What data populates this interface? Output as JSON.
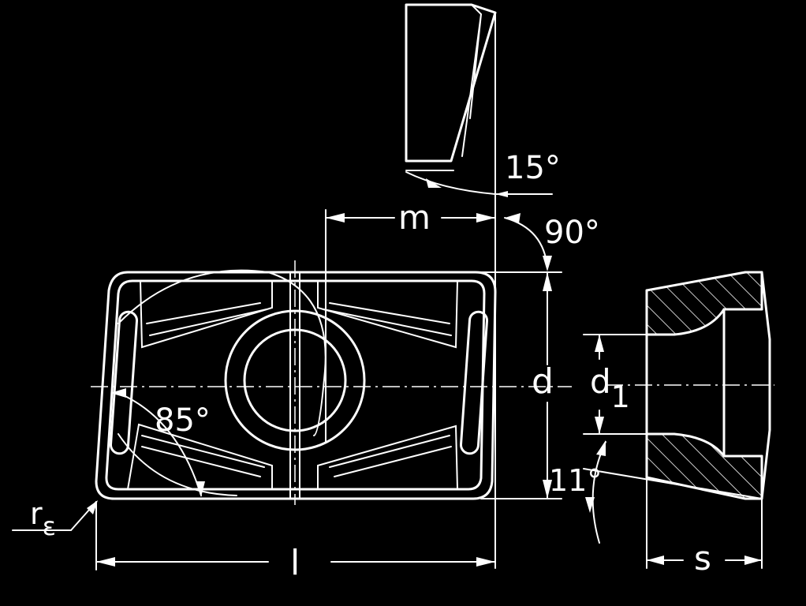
{
  "drawing": {
    "labels": {
      "angle_top": "15°",
      "dim_m": "m",
      "angle_right": "90°",
      "dim_d": "d",
      "dim_d1_base": "d",
      "dim_d1_sub": "1",
      "angle_corner": "85°",
      "angle_relief": "11°",
      "radius_base": "r",
      "radius_sub": "ε",
      "dim_l": "l",
      "dim_s": "s"
    }
  }
}
